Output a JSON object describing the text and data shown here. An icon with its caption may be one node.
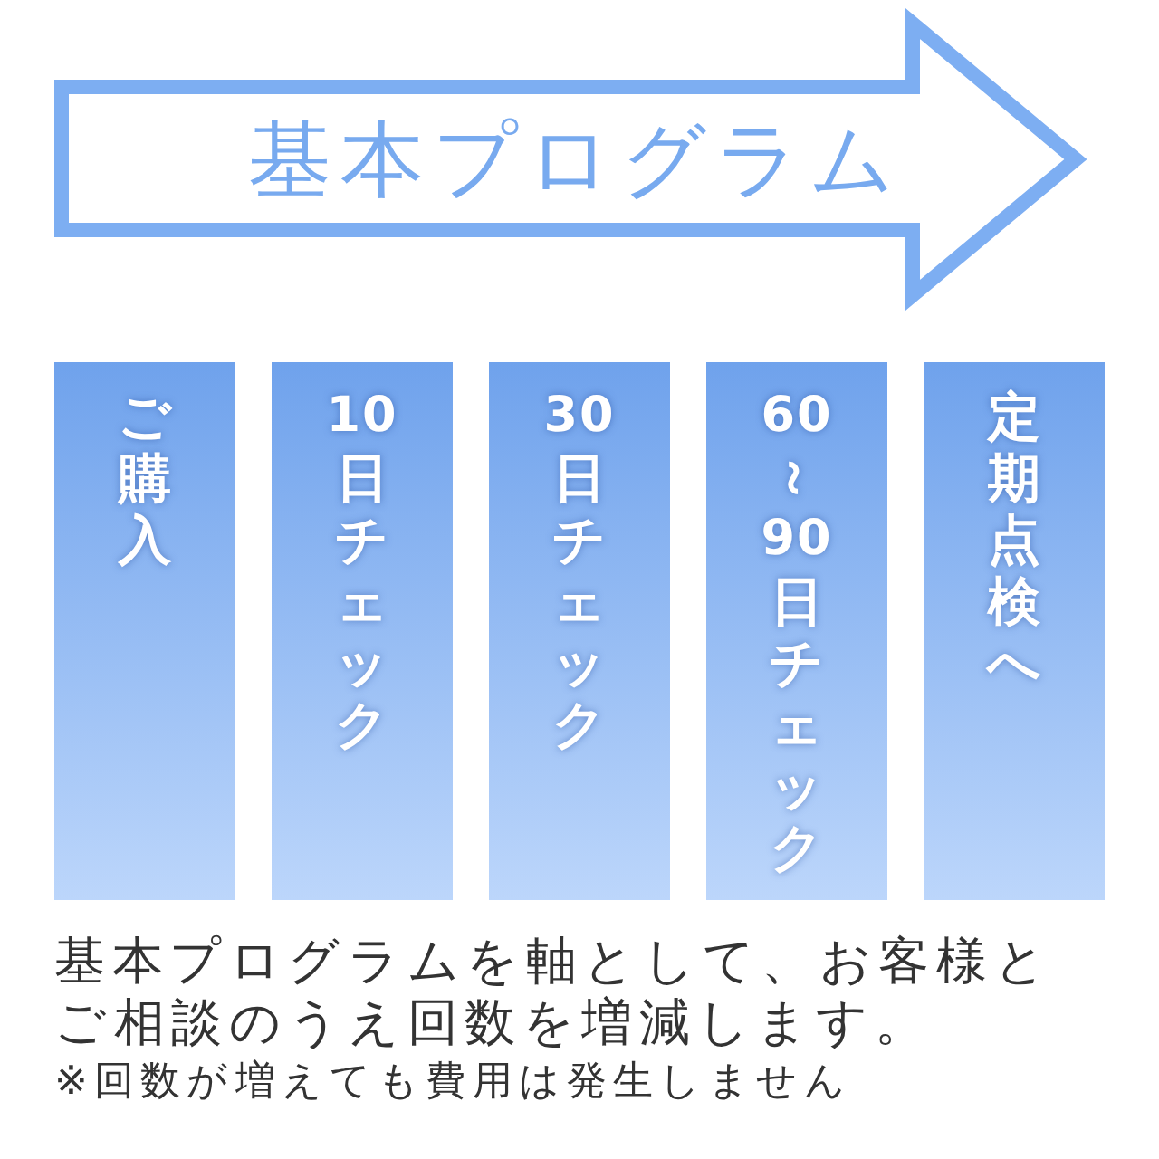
{
  "diagram": {
    "nodes": [
      {
        "text": [
          "基本プログラム"
        ]
      },
      {
        "text": [
          "ご購入"
        ]
      },
      {
        "text": [
          "10日チェック"
        ]
      },
      {
        "text": [
          "30日チェック"
        ]
      },
      {
        "text": [
          "60～90日チェック"
        ]
      },
      {
        "text": [
          "定期点検へ"
        ]
      }
    ],
    "labels": [
      "基本プログラムを軸として、お客様とご相談のうえ回数を増減します。",
      "※回数が増えても費用は発生しません"
    ]
  }
}
